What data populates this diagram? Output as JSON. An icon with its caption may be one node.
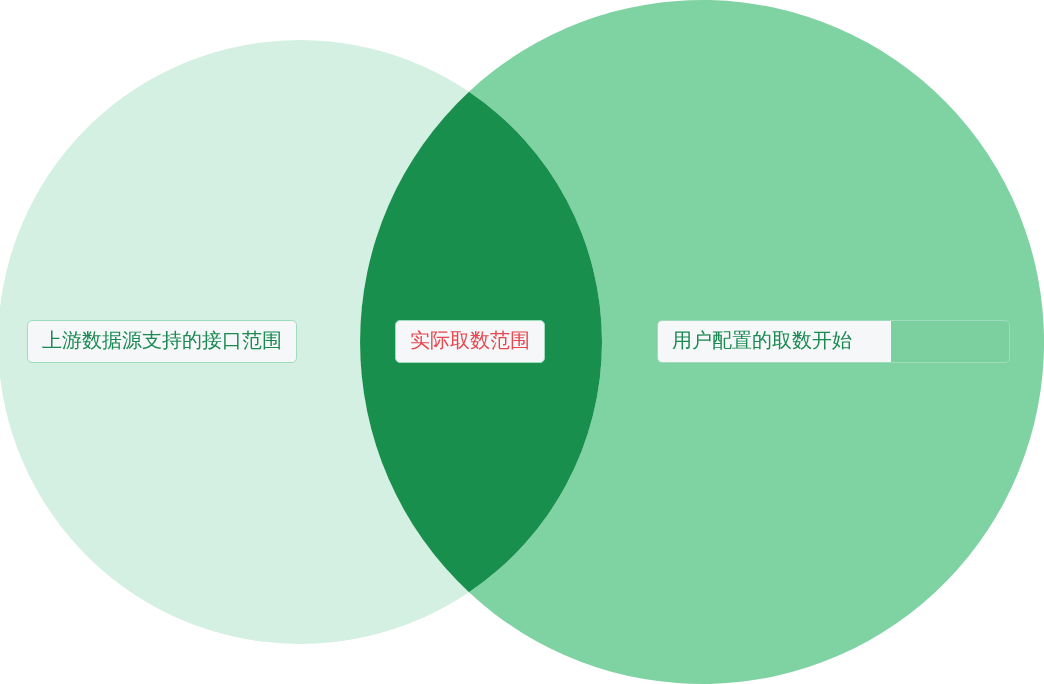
{
  "diagram": {
    "nodes": [
      {
        "text": [
          "上游数据源支持的接口范围"
        ]
      },
      {
        "text": [
          "用户配置的取数开始"
        ]
      },
      {
        "text": [
          "实际取数范围"
        ]
      }
    ]
  }
}
